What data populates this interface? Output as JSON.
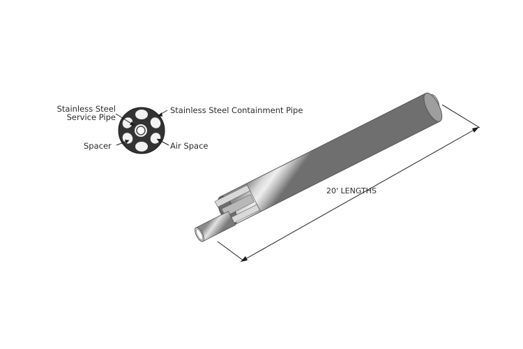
{
  "cross_section": {
    "service_pipe_label_line1": "Stainless Steel",
    "service_pipe_label_line2": "Service Pipe",
    "containment_pipe_label": "Stainless Steel Containment Pipe",
    "spacer_label": "Spacer",
    "air_space_label": "Air Space"
  },
  "assembly": {
    "length_label": "20' LENGTHS"
  },
  "colors": {
    "line": "#1a1a1a",
    "pipe_light": "#e4e4e4",
    "pipe_mid": "#a9a9a9",
    "pipe_dark": "#6e6e6e",
    "section_fill": "#333333"
  }
}
